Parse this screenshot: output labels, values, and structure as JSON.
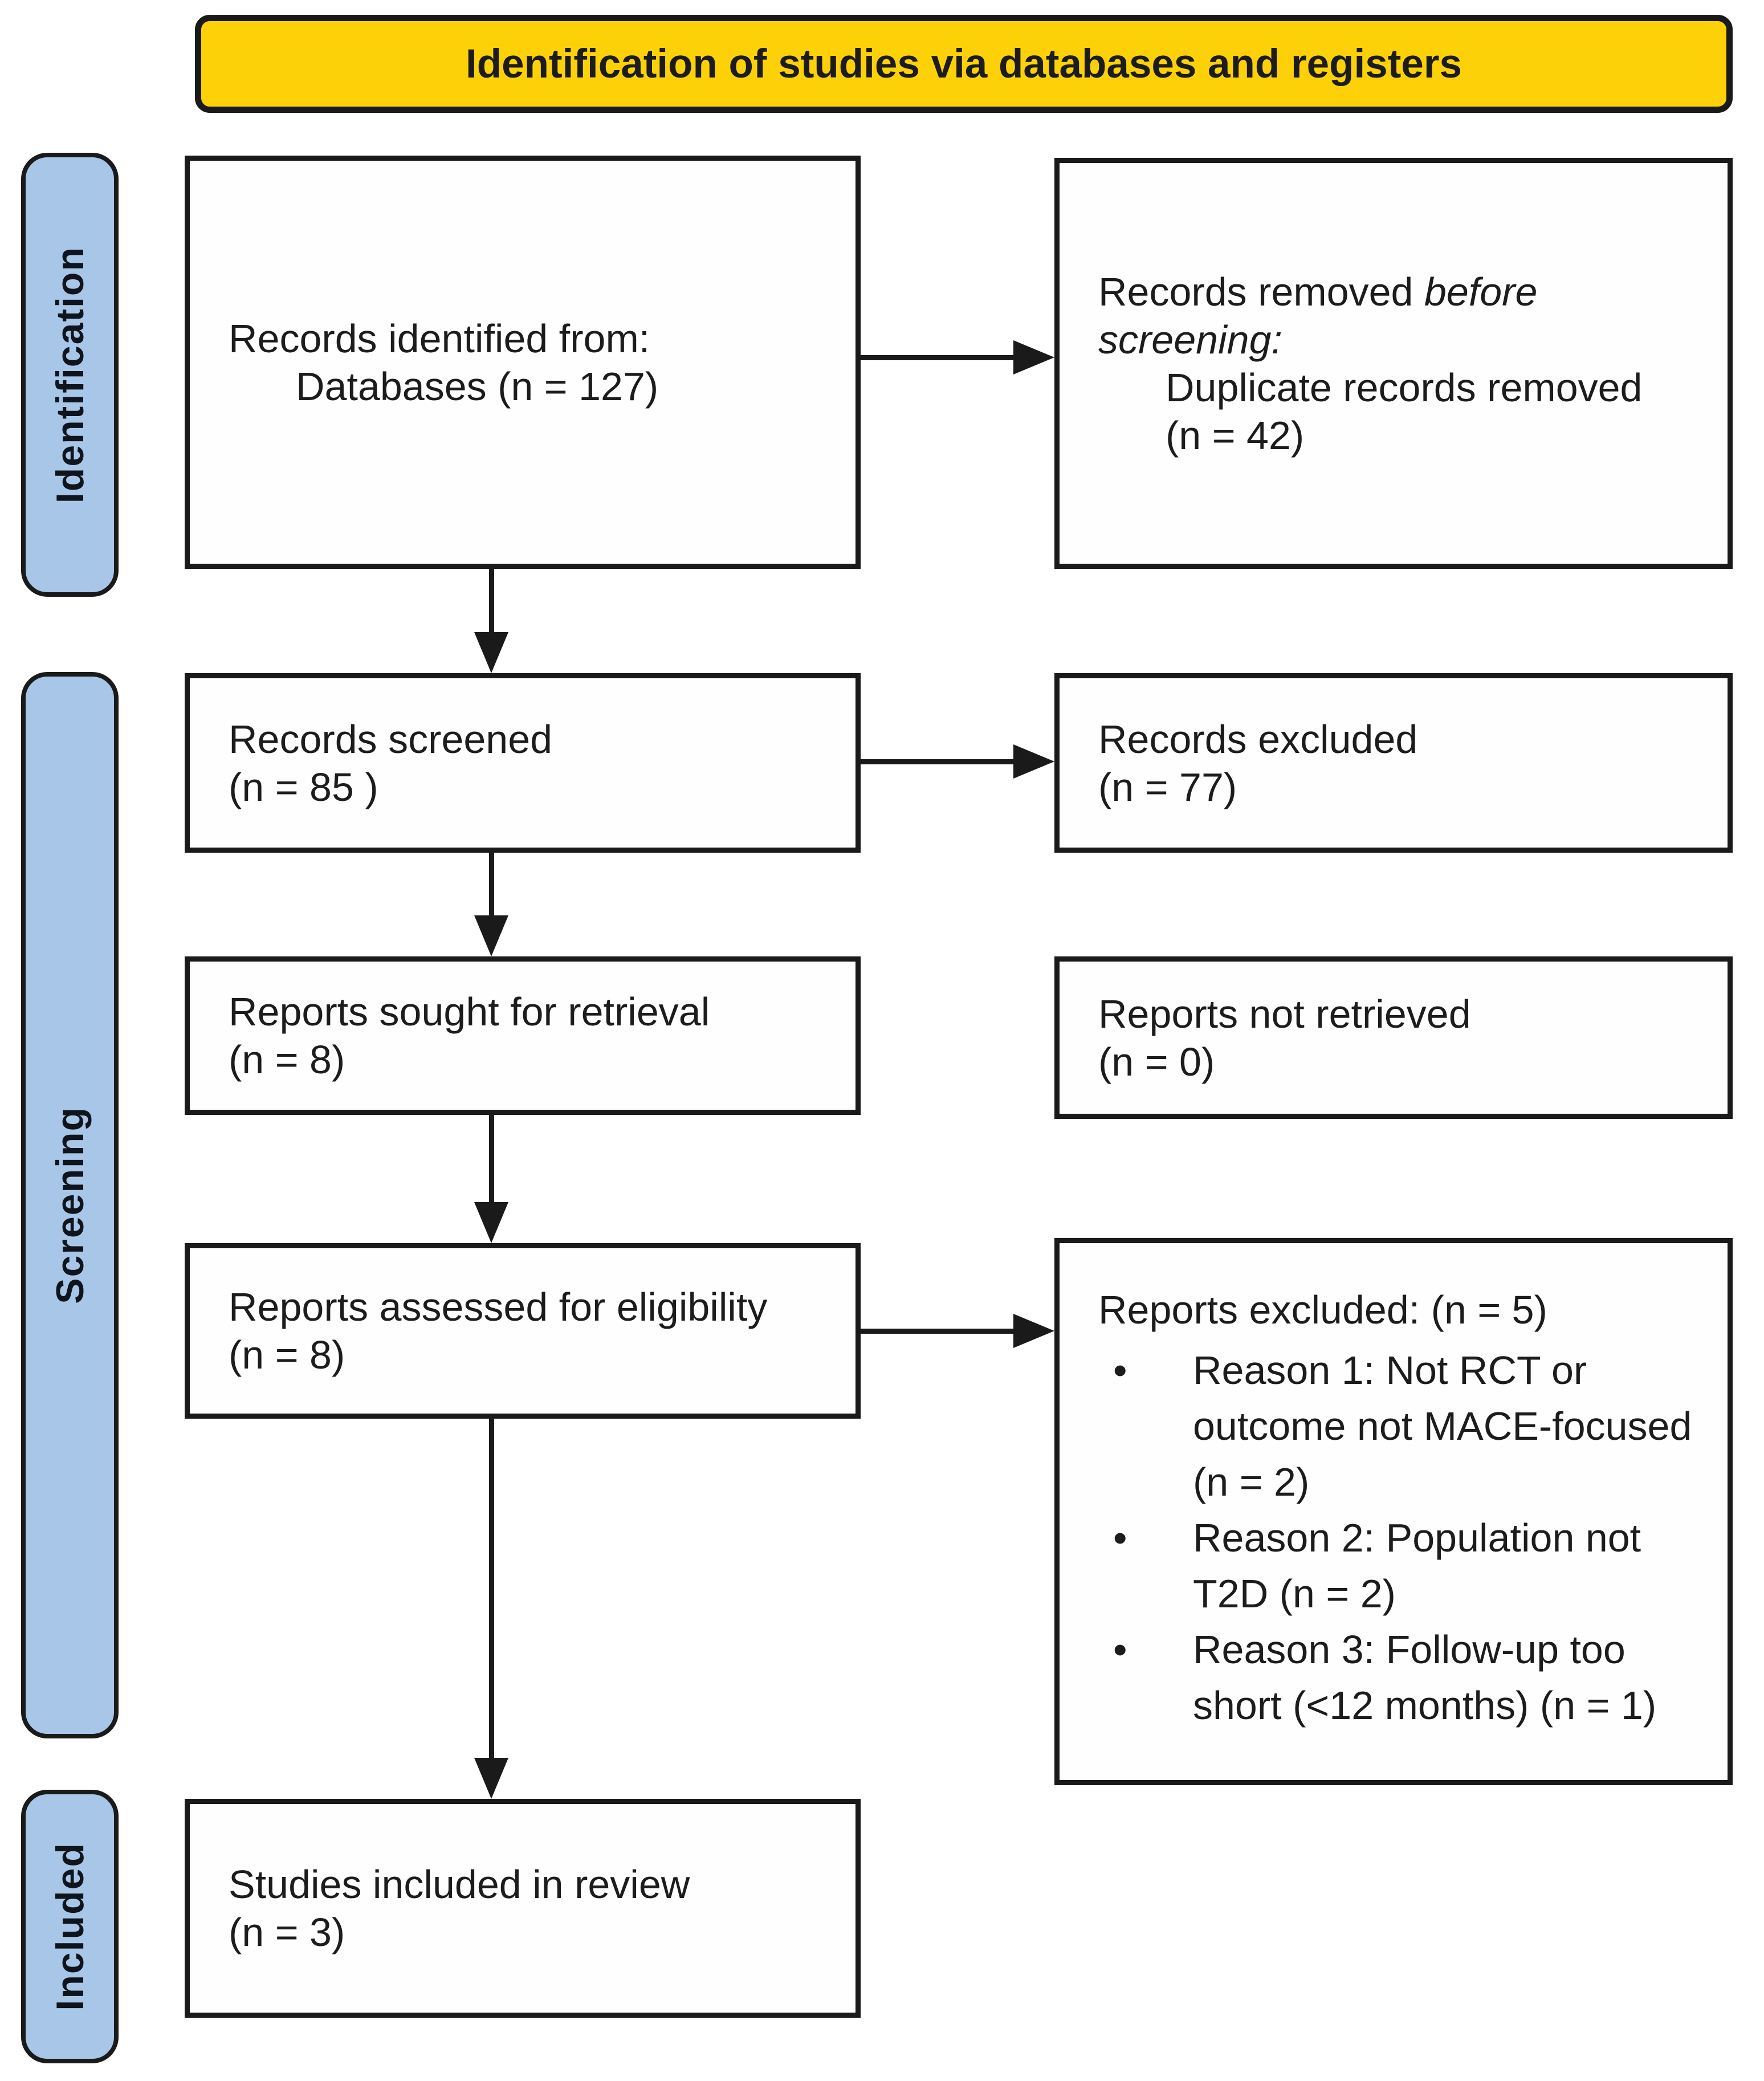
{
  "colors": {
    "header_bg": "#FDD108",
    "band_bg": "#A8C7E8",
    "border": "#1A1A1A",
    "box_bg": "#FEFEFE"
  },
  "header": {
    "title": "Identification of studies via databases and registers"
  },
  "bands": [
    {
      "label": "Identification"
    },
    {
      "label": "Screening"
    },
    {
      "label": "Included"
    }
  ],
  "boxes": {
    "identified": {
      "line1": "Records identified from:",
      "line2": "Databases (n = 127)"
    },
    "removed": {
      "line1_plain": "Records removed ",
      "line1_italic": "before screening:",
      "line2": "Duplicate records removed",
      "line3": "(n = 42)"
    },
    "screened": {
      "line1": "Records screened",
      "line2": "(n = 85 )"
    },
    "excluded": {
      "line1": "Records excluded",
      "line2": "(n = 77)"
    },
    "sought": {
      "line1": "Reports sought for retrieval",
      "line2": "(n = 8)"
    },
    "not_retrieved": {
      "line1": "Reports not retrieved",
      "line2": "(n = 0)"
    },
    "assessed": {
      "line1": "Reports assessed for eligibility",
      "line2": "(n = 8)"
    },
    "reports_excluded": {
      "title": "Reports excluded: (n = 5)",
      "reasons": [
        "Reason 1: Not RCT or outcome not MACE-focused (n = 2)",
        "Reason 2: Population not T2D (n = 2)",
        "Reason 3: Follow-up too short (<12 months) (n = 1)"
      ]
    },
    "included": {
      "line1": "Studies included in review",
      "line2": "(n = 3)"
    }
  }
}
